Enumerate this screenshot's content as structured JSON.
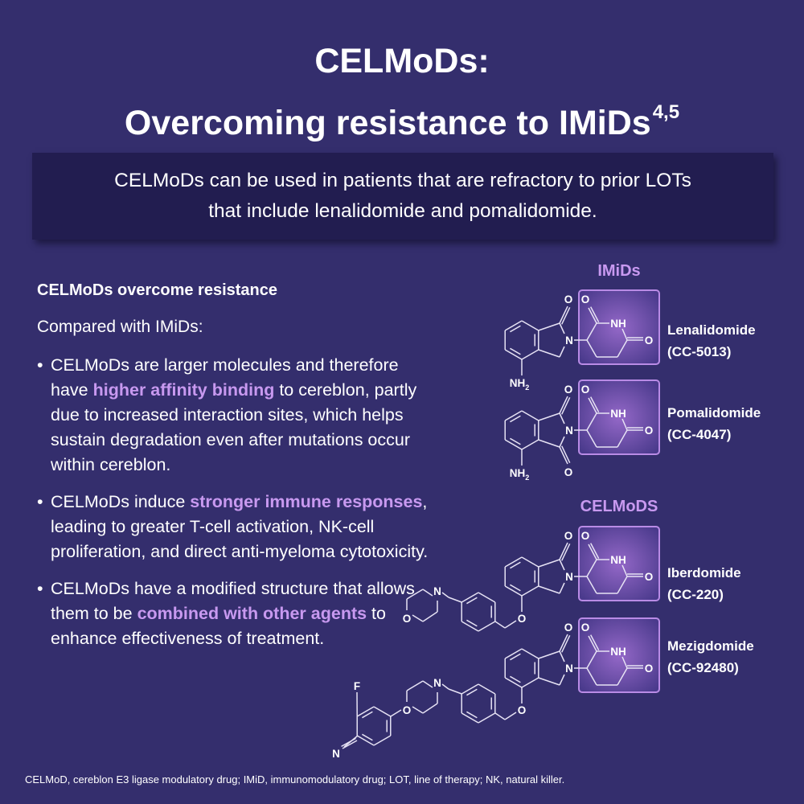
{
  "title": {
    "line1": "CELMoDs:",
    "line2": "Overcoming resistance to IMiDs",
    "superscript": "4,5"
  },
  "banner": {
    "line1": "CELMoDs can be used in patients that are refractory to prior LOTs",
    "line2": "that include lenalidomide and pomalidomide."
  },
  "left": {
    "heading": "CELMoDs overcome resistance",
    "intro": "Compared with IMiDs:",
    "bullet_char": "•",
    "bullets": [
      {
        "pre": "CELMoDs are larger molecules and therefore have ",
        "highlight": "higher affinity binding",
        "post": " to cereblon, partly due to increased interaction sites, which helps sustain degradation even after mutations occur within cereblon."
      },
      {
        "pre": "CELMoDs induce ",
        "highlight": "stronger immune responses",
        "post": ", leading to greater T-cell activation, NK-cell proliferation, and direct anti-myeloma cytotoxicity."
      },
      {
        "pre": "CELMoDs have a modified structure that allows them to be ",
        "highlight": "combined with other agents",
        "post": " to enhance effectiveness of treatment."
      }
    ]
  },
  "structures": {
    "imids_label": "IMiDs",
    "celmods_label": "CELMoDS",
    "atoms": {
      "O": "O",
      "NH": "NH",
      "N": "N",
      "NH2": "NH",
      "sub2": "2",
      "F": "F"
    },
    "drugs": [
      {
        "name": "Lenalidomide",
        "code": "(CC-5013)"
      },
      {
        "name": "Pomalidomide",
        "code": "(CC-4047)"
      },
      {
        "name": "Iberdomide",
        "code": "(CC-220)"
      },
      {
        "name": "Mezigdomide",
        "code": "(CC-92480)"
      }
    ]
  },
  "colors": {
    "background": "#342e6d",
    "banner": "#221d50",
    "accent": "#c899f0",
    "box_stroke": "#b98be6"
  },
  "footnote": "CELMoD, cereblon E3 ligase modulatory drug; IMiD, immunomodulatory drug; LOT, line of therapy; NK, natural killer."
}
